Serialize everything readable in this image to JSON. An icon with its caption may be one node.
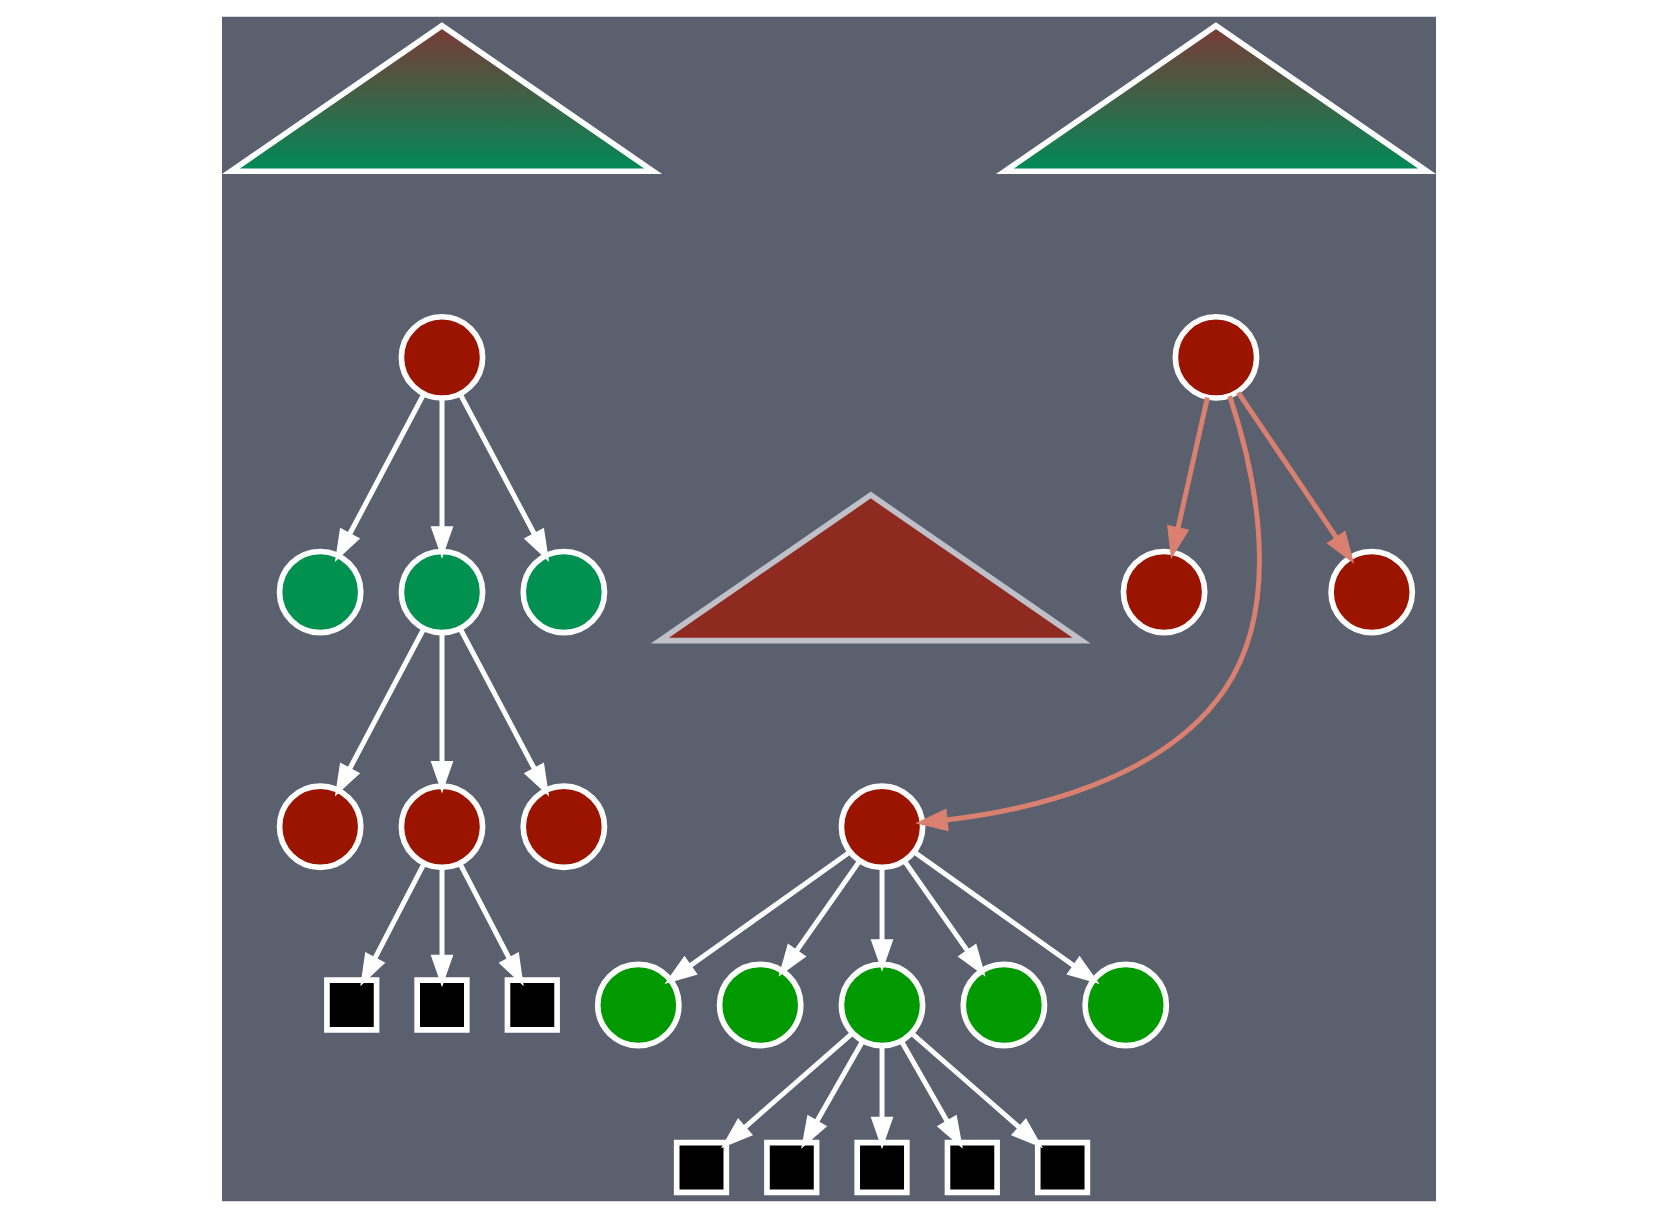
{
  "diagram": {
    "nodes": [
      {
        "text": [],
        "shape": "triangle"
      },
      {
        "text": [],
        "shape": "circle"
      },
      {
        "text": [],
        "shape": "circle"
      },
      {
        "text": [],
        "shape": "circle"
      },
      {
        "text": [],
        "shape": "circle"
      },
      {
        "text": [],
        "shape": "circle"
      },
      {
        "text": [],
        "shape": "circle"
      },
      {
        "text": [],
        "shape": "circle"
      },
      {
        "text": [],
        "shape": "box"
      },
      {
        "text": [],
        "shape": "box"
      },
      {
        "text": [],
        "shape": "box"
      },
      {
        "text": [],
        "shape": "triangle"
      },
      {
        "text": [],
        "shape": "circle"
      },
      {
        "text": [],
        "shape": "triangle"
      },
      {
        "text": [],
        "shape": "circle"
      },
      {
        "text": [],
        "shape": "circle"
      },
      {
        "text": [],
        "shape": "circle"
      },
      {
        "text": [],
        "shape": "circle"
      },
      {
        "text": [],
        "shape": "circle"
      },
      {
        "text": [],
        "shape": "circle"
      },
      {
        "text": [],
        "shape": "circle"
      },
      {
        "text": [],
        "shape": "circle"
      },
      {
        "text": [],
        "shape": "box"
      },
      {
        "text": [],
        "shape": "box"
      },
      {
        "text": [],
        "shape": "box"
      },
      {
        "text": [],
        "shape": "box"
      },
      {
        "text": [],
        "shape": "box"
      }
    ],
    "edges": [
      {
        "from": 1,
        "to": 2,
        "arrow": "to"
      },
      {
        "from": 1,
        "to": 3,
        "arrow": "to"
      },
      {
        "from": 1,
        "to": 4,
        "arrow": "to"
      },
      {
        "from": 3,
        "to": 5,
        "arrow": "to"
      },
      {
        "from": 3,
        "to": 6,
        "arrow": "to"
      },
      {
        "from": 3,
        "to": 7,
        "arrow": "to"
      },
      {
        "from": 6,
        "to": 8,
        "arrow": "to"
      },
      {
        "from": 6,
        "to": 9,
        "arrow": "to"
      },
      {
        "from": 6,
        "to": 10,
        "arrow": "to"
      },
      {
        "from": 12,
        "to": 14,
        "arrow": "to",
        "color": "#d98070"
      },
      {
        "from": 12,
        "to": 15,
        "arrow": "to",
        "color": "#d98070"
      },
      {
        "from": 12,
        "to": 16,
        "arrow": "to",
        "color": "#d98070"
      },
      {
        "from": 15,
        "to": 17,
        "arrow": "to"
      },
      {
        "from": 15,
        "to": 18,
        "arrow": "to"
      },
      {
        "from": 15,
        "to": 19,
        "arrow": "to"
      },
      {
        "from": 15,
        "to": 20,
        "arrow": "to"
      },
      {
        "from": 15,
        "to": 21,
        "arrow": "to"
      },
      {
        "from": 19,
        "to": 22,
        "arrow": "to"
      },
      {
        "from": 19,
        "to": 23,
        "arrow": "to"
      },
      {
        "from": 19,
        "to": 24,
        "arrow": "to"
      },
      {
        "from": 19,
        "to": 25,
        "arrow": "to"
      },
      {
        "from": 19,
        "to": 26,
        "arrow": "to"
      }
    ]
  }
}
